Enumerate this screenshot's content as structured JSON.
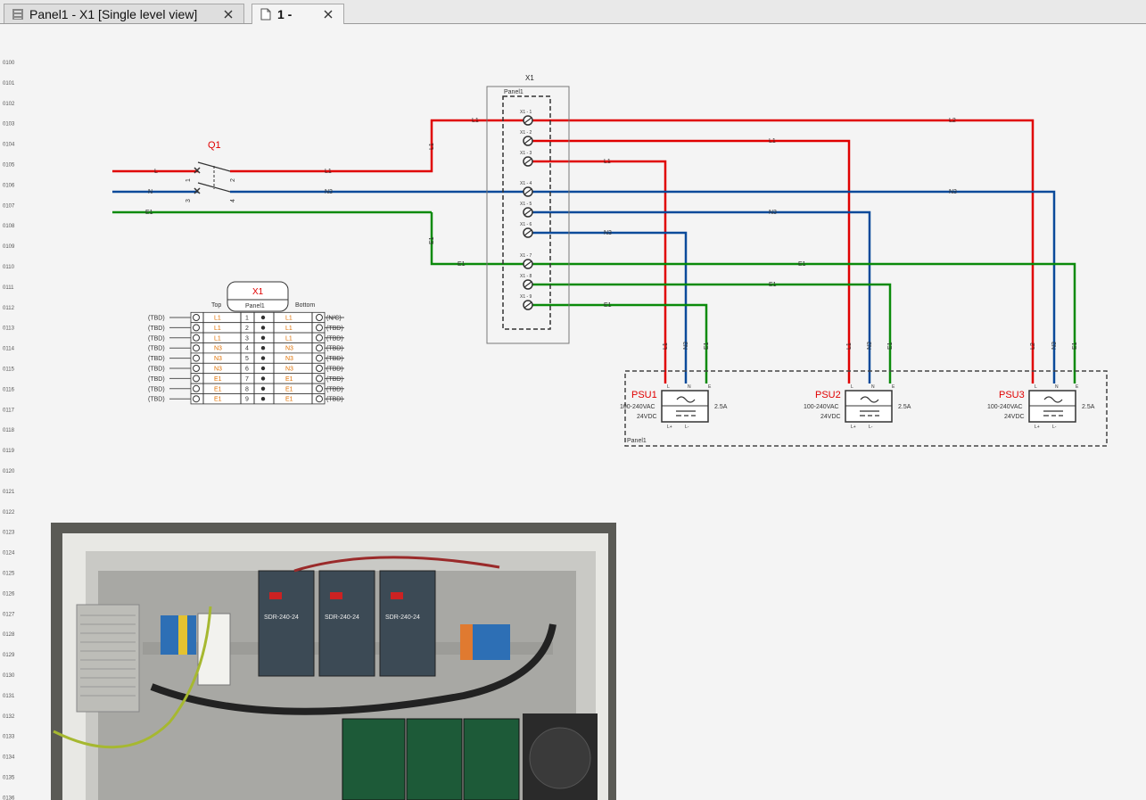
{
  "tabs": [
    {
      "label": "Panel1 - X1 [Single level view]",
      "icon": "panel-sheet-icon",
      "active": false
    },
    {
      "label": "1 -",
      "icon": "page-icon",
      "active": true
    }
  ],
  "row_numbers": [
    "0100",
    "0101",
    "0102",
    "0103",
    "0104",
    "0105",
    "0106",
    "0107",
    "0108",
    "0109",
    "0110",
    "0111",
    "0112",
    "0113",
    "0114",
    "0115",
    "0116",
    "0117",
    "0118",
    "0119",
    "0120",
    "0121",
    "0122",
    "0123",
    "0124",
    "0125",
    "0126",
    "0127",
    "0128",
    "0129",
    "0130",
    "0131",
    "0132",
    "0133",
    "0134",
    "0135",
    "0136"
  ],
  "breaker": {
    "name": "Q1",
    "pins": [
      "1",
      "2",
      "3",
      "4"
    ],
    "inputs": [
      "L",
      "N",
      "E1"
    ],
    "outputs": [
      "L1",
      "N3"
    ]
  },
  "terminal_strip": {
    "name": "X1",
    "location": "Panel1",
    "terminals": [
      "X1 - 1",
      "X1 - 2",
      "X1 - 3",
      "X1 - 4",
      "X1 - 5",
      "X1 - 6",
      "X1 - 7",
      "X1 - 8",
      "X1 - 9"
    ],
    "wire_labels": {
      "L1": "L1",
      "L2": "L2",
      "N3": "N3",
      "E1": "E1"
    }
  },
  "strip_table": {
    "title": "X1",
    "subtitle": "Panel1",
    "top_label": "Top",
    "bottom_label": "Bottom",
    "rows": [
      {
        "left": "(TBD)",
        "top": "L1",
        "num": "1",
        "bottom": "L1",
        "right": "(N/C)"
      },
      {
        "left": "(TBD)",
        "top": "L1",
        "num": "2",
        "bottom": "L1",
        "right": "(TBD)"
      },
      {
        "left": "(TBD)",
        "top": "L1",
        "num": "3",
        "bottom": "L1",
        "right": "(TBD)"
      },
      {
        "left": "(TBD)",
        "top": "N3",
        "num": "4",
        "bottom": "N3",
        "right": "(TBD)"
      },
      {
        "left": "(TBD)",
        "top": "N3",
        "num": "5",
        "bottom": "N3",
        "right": "(TBD)"
      },
      {
        "left": "(TBD)",
        "top": "N3",
        "num": "6",
        "bottom": "N3",
        "right": "(TBD)"
      },
      {
        "left": "(TBD)",
        "top": "E1",
        "num": "7",
        "bottom": "E1",
        "right": "(TBD)"
      },
      {
        "left": "(TBD)",
        "top": "E1",
        "num": "8",
        "bottom": "E1",
        "right": "(TBD)"
      },
      {
        "left": "(TBD)",
        "top": "E1",
        "num": "9",
        "bottom": "E1",
        "right": "(TBD)"
      }
    ]
  },
  "psus": [
    {
      "name": "PSU1",
      "input": "100-240VAC",
      "output": "24VDC",
      "current": "2.5A",
      "pins_in": [
        "L",
        "N",
        "E"
      ],
      "pins_out": [
        "L+",
        "L-"
      ],
      "wires": [
        "L1",
        "N3",
        "E1"
      ]
    },
    {
      "name": "PSU2",
      "input": "100-240VAC",
      "output": "24VDC",
      "current": "2.5A",
      "pins_in": [
        "L",
        "N",
        "E"
      ],
      "pins_out": [
        "L+",
        "L-"
      ],
      "wires": [
        "L1",
        "N3",
        "E1"
      ]
    },
    {
      "name": "PSU3",
      "input": "100-240VAC",
      "output": "24VDC",
      "current": "2.5A",
      "pins_in": [
        "L",
        "N",
        "E"
      ],
      "pins_out": [
        "L+",
        "L-"
      ],
      "wires": [
        "L2",
        "N3",
        "E1"
      ]
    }
  ],
  "panel_label": "Panel1",
  "photo_labels": {
    "psu_model": "SDR-240-24"
  },
  "colors": {
    "phase": "#e00000",
    "neutral": "#0a4a9a",
    "earth": "#0a8a0a",
    "dark": "#333333"
  }
}
